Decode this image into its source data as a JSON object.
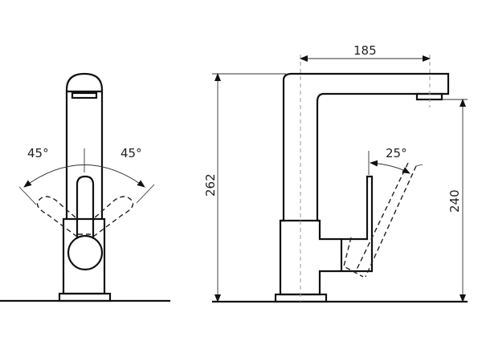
{
  "front_view": {
    "angle_left": "45°",
    "angle_right": "45°"
  },
  "side_view": {
    "spout_reach": "185",
    "total_height": "262",
    "spout_height": "240",
    "lever_angle": "25°"
  },
  "colors": {
    "line": "#111111",
    "background": "#ffffff"
  }
}
